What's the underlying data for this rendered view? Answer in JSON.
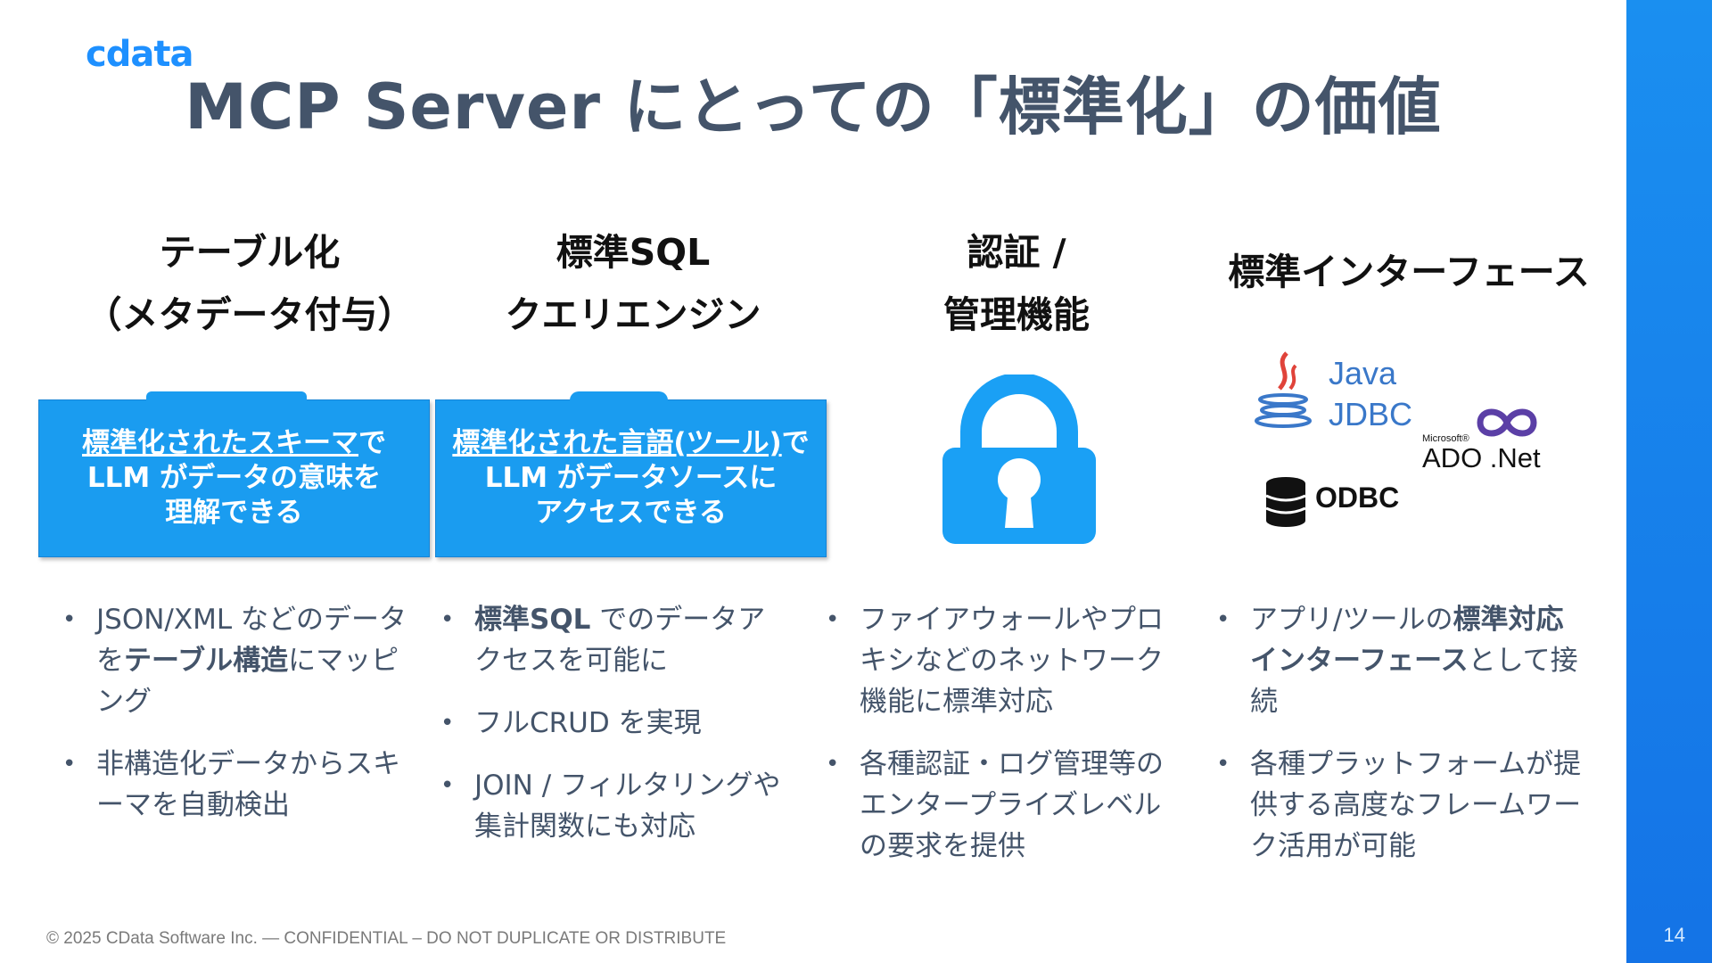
{
  "logo": {
    "text": "cdata"
  },
  "title": "MCP Server にとっての「標準化」の価値",
  "columns": [
    {
      "heading": [
        "テーブル化",
        "（メタデータ付与）"
      ],
      "callout": {
        "underlined": "標準化されたスキーマ",
        "rest_line1": "で",
        "line2": "LLM がデータの意味を",
        "line3": "理解できる"
      },
      "bullets": [
        {
          "pre": "JSON/XML などのデータを",
          "bold": "テーブル構造",
          "post": "にマッピング"
        },
        {
          "pre": "非構造化データからスキーマを自動検出",
          "bold": "",
          "post": ""
        }
      ]
    },
    {
      "heading": [
        "標準SQL",
        "クエリエンジン"
      ],
      "callout": {
        "underlined": "標準化された言語(ツール)",
        "rest_line1": "で",
        "line2": "LLM がデータソースに",
        "line3": "アクセスできる"
      },
      "bullets": [
        {
          "pre": "",
          "bold": "標準SQL",
          "post": " でのデータアクセスを可能に"
        },
        {
          "pre": "フルCRUD を実現",
          "bold": "",
          "post": ""
        },
        {
          "pre": "JOIN / フィルタリングや集計関数にも対応",
          "bold": "",
          "post": ""
        }
      ]
    },
    {
      "heading": [
        "認証 /",
        "管理機能"
      ],
      "icon": "lock-icon",
      "bullets": [
        {
          "pre": "ファイアウォールやプロキシなどのネットワーク機能に標準対応",
          "bold": "",
          "post": ""
        },
        {
          "pre": "各種認証・ログ管理等のエンタープライズレベルの要求を提供",
          "bold": "",
          "post": ""
        }
      ]
    },
    {
      "heading": [
        "標準インターフェース"
      ],
      "logos": {
        "java": "Java",
        "jdbc": "JDBC",
        "microsoft": "Microsoft®",
        "ado": "ADO .Net",
        "odbc": "ODBC"
      },
      "bullets": [
        {
          "pre": "アプリ/ツールの",
          "bold": "標準対応インターフェース",
          "post": "として接続"
        },
        {
          "pre": "各種プラットフォームが提供する高度なフレームワーク活用が可能",
          "bold": "",
          "post": ""
        }
      ]
    }
  ],
  "footer": "© 2025 CData Software Inc. — CONFIDENTIAL – DO NOT DUPLICATE OR DISTRIBUTE",
  "page_number": "14",
  "colors": {
    "accent": "#1a9cf0",
    "title": "#44546a",
    "band": "#1a8ff0"
  }
}
